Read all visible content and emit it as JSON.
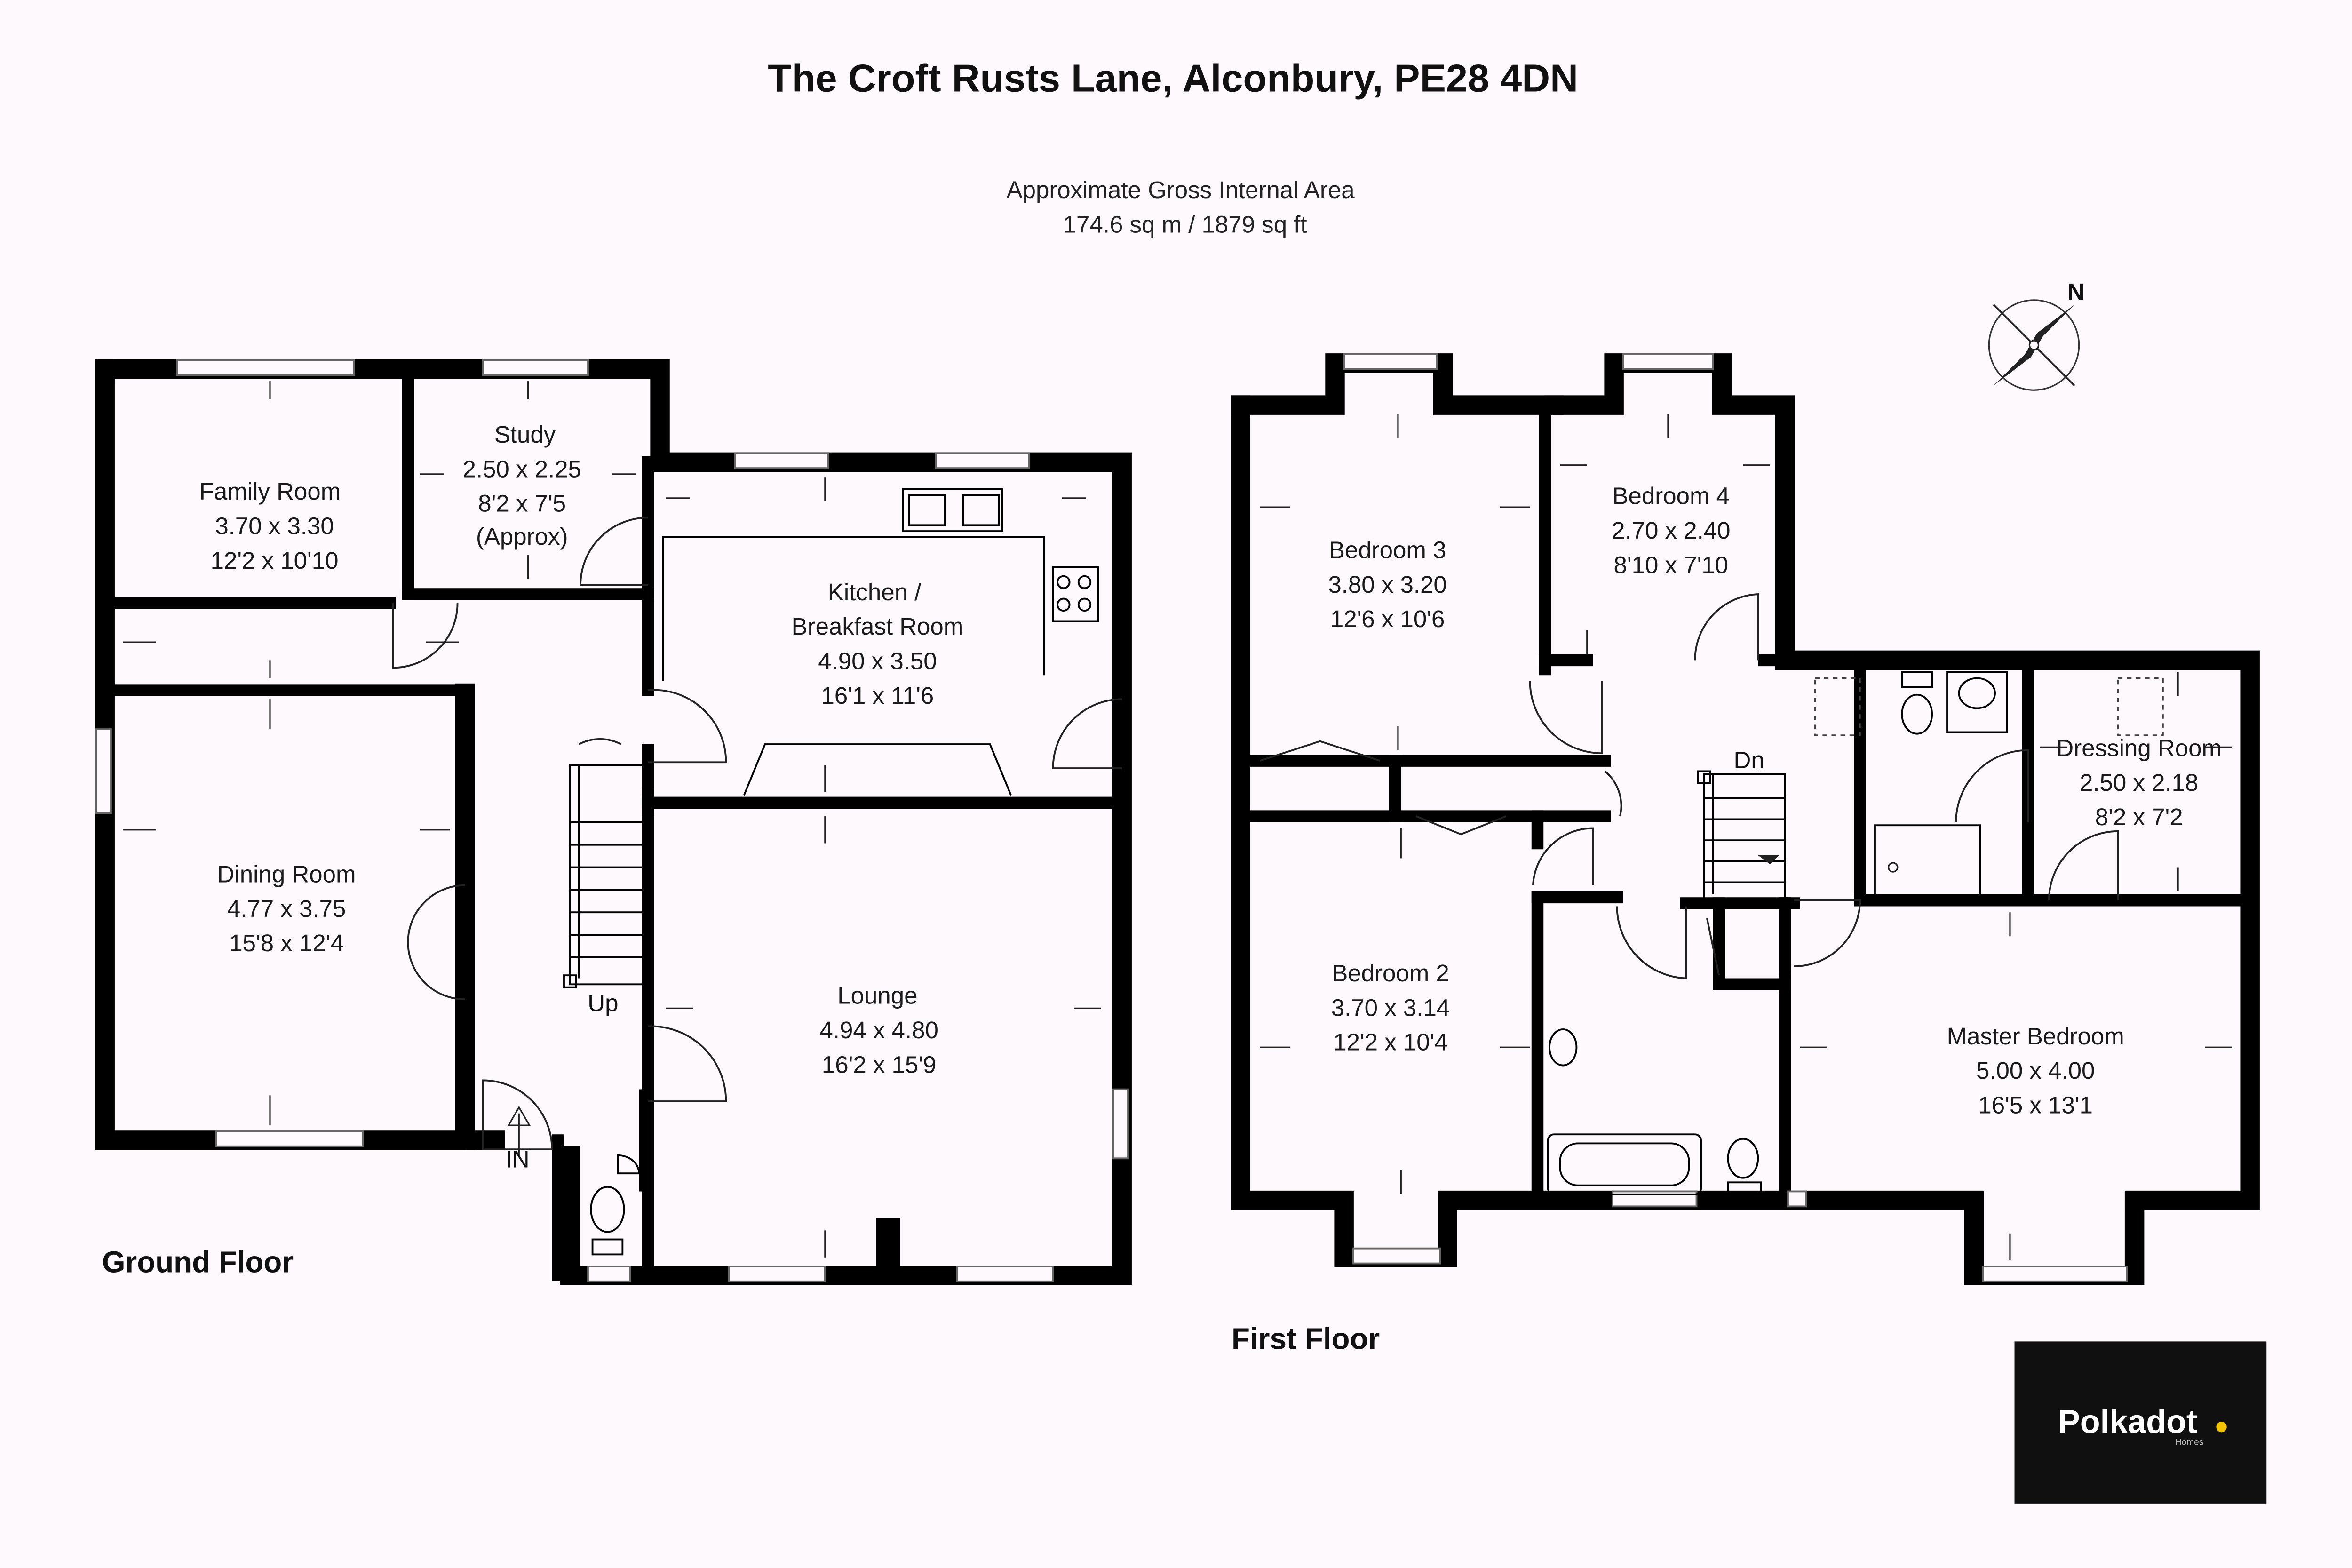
{
  "title": "The Croft Rusts Lane, Alconbury, PE28 4DN",
  "area": {
    "heading": "Approximate Gross Internal Area",
    "value": "174.6 sq m / 1879 sq ft"
  },
  "compass": {
    "label": "N"
  },
  "ground_floor": {
    "label": "Ground Floor",
    "stairs_label": "Up",
    "entrance_label": "IN",
    "rooms": {
      "family": {
        "name": "Family Room",
        "metric": "3.70 x 3.30",
        "imperial": "12'2 x 10'10"
      },
      "study": {
        "name": "Study",
        "metric": "2.50 x 2.25",
        "imperial": "8'2 x 7'5",
        "note": "(Approx)"
      },
      "kitchen": {
        "name": "Kitchen /",
        "name2": "Breakfast Room",
        "metric": "4.90 x 3.50",
        "imperial": "16'1 x 11'6"
      },
      "dining": {
        "name": "Dining Room",
        "metric": "4.77 x 3.75",
        "imperial": "15'8 x 12'4"
      },
      "lounge": {
        "name": "Lounge",
        "metric": "4.94 x 4.80",
        "imperial": "16'2 x 15'9"
      }
    }
  },
  "first_floor": {
    "label": "First Floor",
    "stairs_label": "Dn",
    "rooms": {
      "bed3": {
        "name": "Bedroom 3",
        "metric": "3.80 x 3.20",
        "imperial": "12'6 x 10'6"
      },
      "bed4": {
        "name": "Bedroom 4",
        "metric": "2.70 x 2.40",
        "imperial": "8'10 x 7'10"
      },
      "dressing": {
        "name": "Dressing Room",
        "metric": "2.50 x 2.18",
        "imperial": "8'2 x 7'2"
      },
      "bed2": {
        "name": "Bedroom 2",
        "metric": "3.70 x 3.14",
        "imperial": "12'2 x 10'4"
      },
      "master": {
        "name": "Master Bedroom",
        "metric": "5.00 x 4.00",
        "imperial": "16'5 x 13'1"
      }
    }
  },
  "logo": {
    "name": "Polkadot",
    "sub": "Homes",
    "dot_color": "#f5c400",
    "bg_color": "#101010"
  }
}
